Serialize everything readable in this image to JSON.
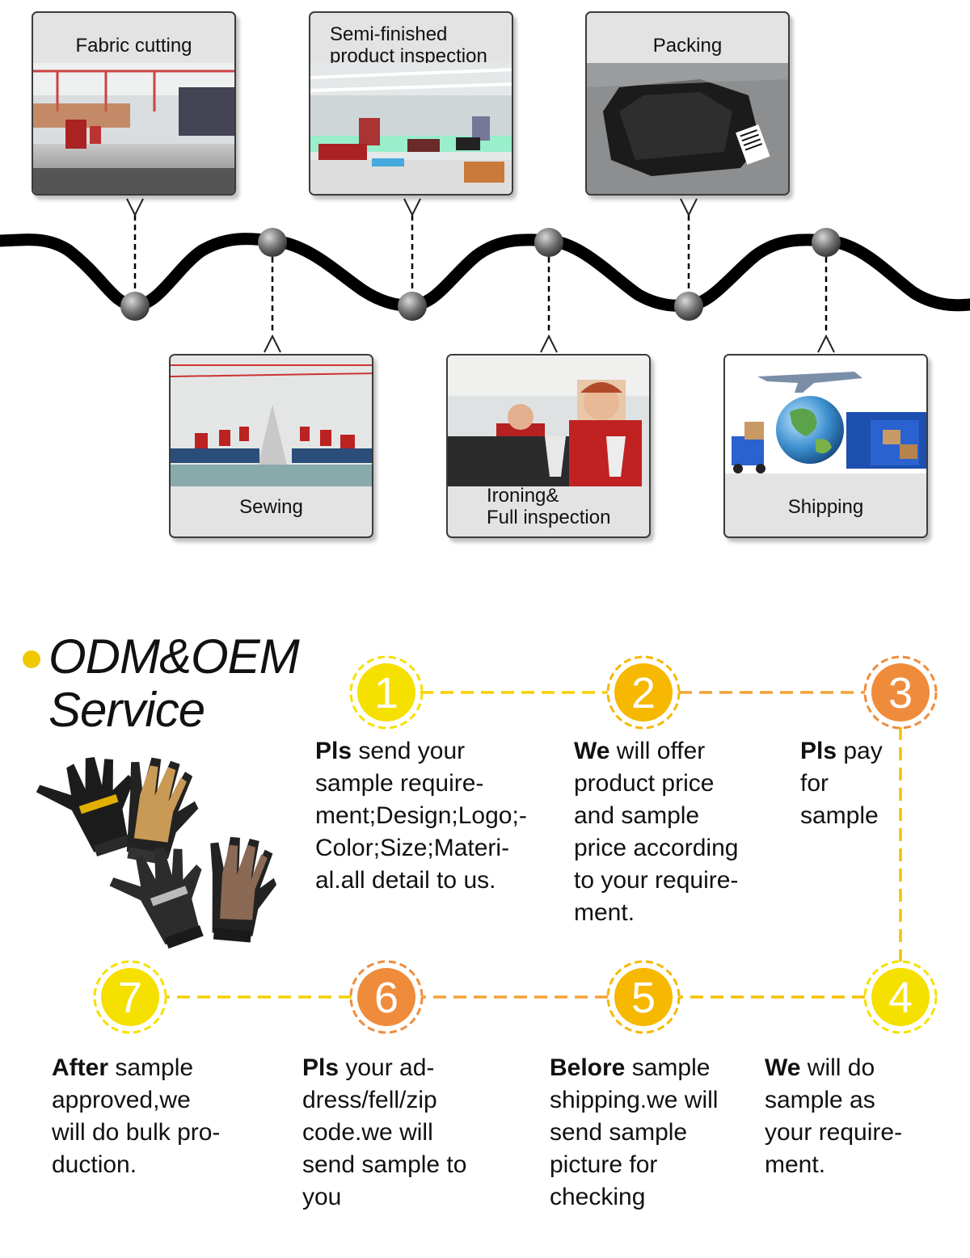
{
  "process": {
    "stages": [
      {
        "id": "fabric-cutting",
        "label": "Fabric cutting",
        "lines": [
          "Fabric cutting"
        ],
        "icon": "factory-cutting-photo"
      },
      {
        "id": "sewing",
        "label": "Sewing",
        "lines": [
          "Sewing"
        ],
        "icon": "sewing-line-photo"
      },
      {
        "id": "semi-finished-inspection",
        "label": "Semi-finished product inspection",
        "lines": [
          "Semi-finished",
          "product inspection"
        ],
        "icon": "inspection-photo"
      },
      {
        "id": "ironing-full-inspection",
        "label": "Ironing& Full inspection",
        "lines": [
          "Ironing&",
          "Full inspection"
        ],
        "icon": "ironing-photo"
      },
      {
        "id": "packing",
        "label": "Packing",
        "lines": [
          "Packing"
        ],
        "icon": "packed-gloves-photo"
      },
      {
        "id": "shipping",
        "label": "Shipping",
        "lines": [
          "Shipping"
        ],
        "icon": "shipping-globe-photo"
      }
    ]
  },
  "service": {
    "title_line1": "ODM&OEM",
    "title_line2": "Service",
    "accent_color": "#f0c800",
    "steps": [
      {
        "num": "1",
        "bold": "Pls",
        "lines": [
          " send your",
          "sample require-",
          "ment;Design;Logo;-",
          "Color;Size;Materi-",
          "al.all detail to us."
        ],
        "color": "#f5e000"
      },
      {
        "num": "2",
        "bold": "We",
        "lines": [
          " will offer",
          "product price",
          "and sample",
          "price according",
          "to your require-",
          "ment."
        ],
        "color": "#f6b800"
      },
      {
        "num": "3",
        "bold": "Pls",
        "lines": [
          " pay",
          "for",
          "sample"
        ],
        "color": "#ef8c3c"
      },
      {
        "num": "4",
        "bold": "We",
        "lines": [
          " will do",
          "sample as",
          "your require-",
          "ment."
        ],
        "color": "#f5e000"
      },
      {
        "num": "5",
        "bold": "Belore",
        "lines": [
          " sample",
          "shipping.we will",
          "send sample",
          "picture for",
          "checking"
        ],
        "color": "#f6b800"
      },
      {
        "num": "6",
        "bold": "Pls",
        "lines": [
          " your ad-",
          "dress/fell/zip",
          "code.we will",
          "send sample to",
          "you"
        ],
        "color": "#ef8c3c"
      },
      {
        "num": "7",
        "bold": "After",
        "lines": [
          " sample",
          "approved,we",
          "will do bulk pro-",
          "duction."
        ],
        "color": "#f5e000"
      }
    ]
  }
}
